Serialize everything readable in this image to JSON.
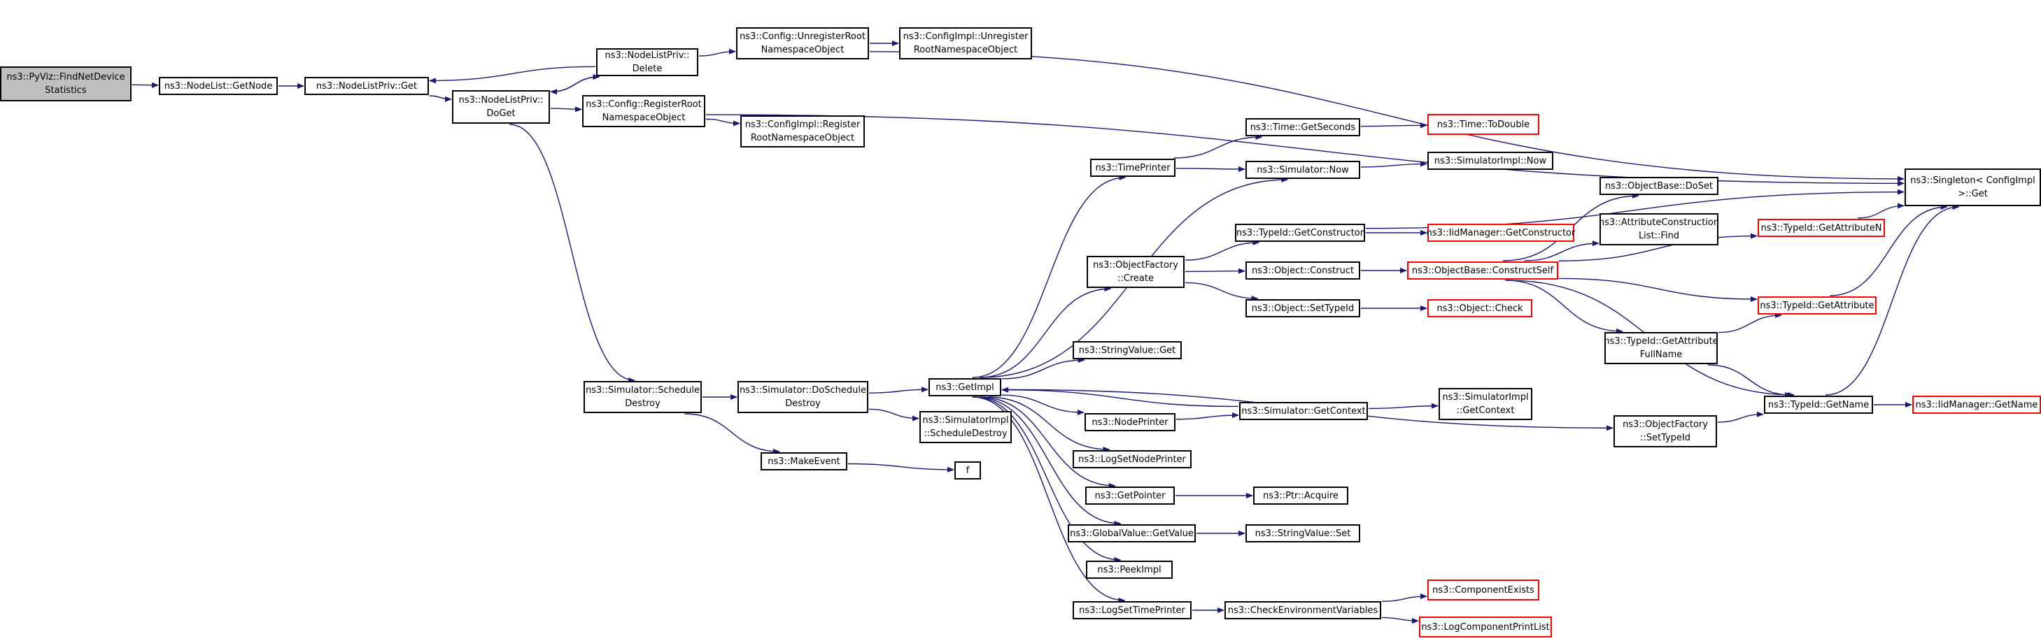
{
  "graph": {
    "edge_color": "#191970",
    "truncated_border_color": "#ff0000",
    "root_fill": "#bfbfbf",
    "nodes": [
      {
        "id": "root",
        "lines": [
          "ns3::PyViz::FindNetDevice",
          "Statistics"
        ],
        "root": true
      },
      {
        "id": "nodelist_getnode",
        "lines": [
          "ns3::NodeList::GetNode"
        ]
      },
      {
        "id": "nlpriv_get",
        "lines": [
          "ns3::NodeListPriv::Get"
        ]
      },
      {
        "id": "nlpriv_doget",
        "lines": [
          "ns3::NodeListPriv::",
          "DoGet"
        ]
      },
      {
        "id": "nlpriv_delete",
        "lines": [
          "ns3::NodeListPriv::",
          "Delete"
        ]
      },
      {
        "id": "cfg_unreg",
        "lines": [
          "ns3::Config::UnregisterRoot",
          "NamespaceObject"
        ]
      },
      {
        "id": "cfgimpl_unreg",
        "lines": [
          "ns3::ConfigImpl::Unregister",
          "RootNamespaceObject"
        ]
      },
      {
        "id": "cfg_reg",
        "lines": [
          "ns3::Config::RegisterRoot",
          "NamespaceObject"
        ]
      },
      {
        "id": "cfgimpl_reg",
        "lines": [
          "ns3::ConfigImpl::Register",
          "RootNamespaceObject"
        ]
      },
      {
        "id": "singleton_get",
        "lines": [
          "ns3::Singleton< ConfigImpl",
          " >::Get"
        ]
      },
      {
        "id": "sim_schedestroy",
        "lines": [
          "ns3::Simulator::Schedule",
          "Destroy"
        ]
      },
      {
        "id": "sim_doschedestroy",
        "lines": [
          "ns3::Simulator::DoSchedule",
          "Destroy"
        ]
      },
      {
        "id": "makeevent",
        "lines": [
          "ns3::MakeEvent"
        ]
      },
      {
        "id": "f",
        "lines": [
          "f"
        ]
      },
      {
        "id": "getimpl",
        "lines": [
          "ns3::GetImpl"
        ]
      },
      {
        "id": "simimpl_schedestroy",
        "lines": [
          "ns3::SimulatorImpl",
          "::ScheduleDestroy"
        ]
      },
      {
        "id": "timeprinter",
        "lines": [
          "ns3::TimePrinter"
        ]
      },
      {
        "id": "time_getseconds",
        "lines": [
          "ns3::Time::GetSeconds"
        ]
      },
      {
        "id": "time_todouble",
        "lines": [
          "ns3::Time::ToDouble"
        ],
        "truncated": true
      },
      {
        "id": "sim_now",
        "lines": [
          "ns3::Simulator::Now"
        ]
      },
      {
        "id": "simimpl_now",
        "lines": [
          "ns3::SimulatorImpl::Now"
        ]
      },
      {
        "id": "objfactory_create",
        "lines": [
          "ns3::ObjectFactory",
          "::Create"
        ]
      },
      {
        "id": "typeid_getctor",
        "lines": [
          "ns3::TypeId::GetConstructor"
        ]
      },
      {
        "id": "iidmgr_getctor",
        "lines": [
          "ns3::IidManager::GetConstructor"
        ],
        "truncated": true
      },
      {
        "id": "object_construct",
        "lines": [
          "ns3::Object::Construct"
        ]
      },
      {
        "id": "objbase_constructself",
        "lines": [
          "ns3::ObjectBase::ConstructSelf"
        ],
        "truncated": true
      },
      {
        "id": "object_settypeid",
        "lines": [
          "ns3::Object::SetTypeId"
        ]
      },
      {
        "id": "object_check",
        "lines": [
          "ns3::Object::Check"
        ],
        "truncated": true
      },
      {
        "id": "objbase_doset",
        "lines": [
          "ns3::ObjectBase::DoSet"
        ]
      },
      {
        "id": "attrconst_find",
        "lines": [
          "ns3::AttributeConstruction",
          "List::Find"
        ]
      },
      {
        "id": "typeid_getattrn",
        "lines": [
          "ns3::TypeId::GetAttributeN"
        ],
        "truncated": true
      },
      {
        "id": "typeid_getattr",
        "lines": [
          "ns3::TypeId::GetAttribute"
        ],
        "truncated": true
      },
      {
        "id": "typeid_getattrfull",
        "lines": [
          "ns3::TypeId::GetAttribute",
          "FullName"
        ]
      },
      {
        "id": "typeid_getname",
        "lines": [
          "ns3::TypeId::GetName"
        ]
      },
      {
        "id": "iidmgr_getname",
        "lines": [
          "ns3::IidManager::GetName"
        ],
        "truncated": true
      },
      {
        "id": "stringvalue_get",
        "lines": [
          "ns3::StringValue::Get"
        ]
      },
      {
        "id": "objfactory_settypeid",
        "lines": [
          "ns3::ObjectFactory",
          "::SetTypeId"
        ]
      },
      {
        "id": "nodeprinter",
        "lines": [
          "ns3::NodePrinter"
        ]
      },
      {
        "id": "sim_getcontext",
        "lines": [
          "ns3::Simulator::GetContext"
        ]
      },
      {
        "id": "simimpl_getcontext",
        "lines": [
          "ns3::SimulatorImpl",
          "::GetContext"
        ]
      },
      {
        "id": "logsetnodeprinter",
        "lines": [
          "ns3::LogSetNodePrinter"
        ]
      },
      {
        "id": "getpointer",
        "lines": [
          "ns3::GetPointer"
        ]
      },
      {
        "id": "ptr_acquire",
        "lines": [
          "ns3::Ptr::Acquire"
        ]
      },
      {
        "id": "globalvalue_getvalue",
        "lines": [
          "ns3::GlobalValue::GetValue"
        ]
      },
      {
        "id": "stringvalue_set",
        "lines": [
          "ns3::StringValue::Set"
        ]
      },
      {
        "id": "peekimpl",
        "lines": [
          "ns3::PeekImpl"
        ]
      },
      {
        "id": "logsettimeprinter",
        "lines": [
          "ns3::LogSetTimePrinter"
        ]
      },
      {
        "id": "checkenvvars",
        "lines": [
          "ns3::CheckEnvironmentVariables"
        ]
      },
      {
        "id": "componentexists",
        "lines": [
          "ns3::ComponentExists"
        ],
        "truncated": true
      },
      {
        "id": "logcomponentprintlist",
        "lines": [
          "ns3::LogComponentPrintList"
        ],
        "truncated": true
      }
    ],
    "edges": [
      [
        "root",
        "nodelist_getnode"
      ],
      [
        "nodelist_getnode",
        "nlpriv_get"
      ],
      [
        "nlpriv_get",
        "nlpriv_doget"
      ],
      [
        "nlpriv_doget",
        "nlpriv_delete"
      ],
      [
        "nlpriv_delete",
        "nlpriv_get"
      ],
      [
        "nlpriv_delete",
        "nlpriv_doget"
      ],
      [
        "nlpriv_delete",
        "cfg_unreg"
      ],
      [
        "cfg_unreg",
        "cfgimpl_unreg"
      ],
      [
        "cfg_unreg",
        "singleton_get"
      ],
      [
        "nlpriv_doget",
        "cfg_reg"
      ],
      [
        "cfg_reg",
        "cfgimpl_reg"
      ],
      [
        "cfg_reg",
        "singleton_get"
      ],
      [
        "nlpriv_doget",
        "sim_schedestroy"
      ],
      [
        "sim_schedestroy",
        "sim_doschedestroy"
      ],
      [
        "sim_schedestroy",
        "makeevent"
      ],
      [
        "makeevent",
        "f"
      ],
      [
        "sim_doschedestroy",
        "getimpl"
      ],
      [
        "sim_doschedestroy",
        "simimpl_schedestroy"
      ],
      [
        "getimpl",
        "timeprinter"
      ],
      [
        "getimpl",
        "sim_now"
      ],
      [
        "getimpl",
        "objfactory_create"
      ],
      [
        "getimpl",
        "stringvalue_get"
      ],
      [
        "getimpl",
        "objfactory_settypeid"
      ],
      [
        "getimpl",
        "nodeprinter"
      ],
      [
        "getimpl",
        "logsetnodeprinter"
      ],
      [
        "getimpl",
        "getpointer"
      ],
      [
        "getimpl",
        "globalvalue_getvalue"
      ],
      [
        "getimpl",
        "peekimpl"
      ],
      [
        "getimpl",
        "logsettimeprinter"
      ],
      [
        "sim_getcontext",
        "getimpl"
      ],
      [
        "timeprinter",
        "time_getseconds"
      ],
      [
        "timeprinter",
        "sim_now"
      ],
      [
        "time_getseconds",
        "time_todouble"
      ],
      [
        "sim_now",
        "simimpl_now"
      ],
      [
        "objfactory_create",
        "typeid_getctor"
      ],
      [
        "objfactory_create",
        "object_construct"
      ],
      [
        "objfactory_create",
        "object_settypeid"
      ],
      [
        "typeid_getctor",
        "iidmgr_getctor"
      ],
      [
        "typeid_getctor",
        "singleton_get"
      ],
      [
        "object_construct",
        "objbase_constructself"
      ],
      [
        "object_settypeid",
        "object_check"
      ],
      [
        "objbase_constructself",
        "objbase_doset"
      ],
      [
        "objbase_constructself",
        "attrconst_find"
      ],
      [
        "objbase_constructself",
        "typeid_getattrn"
      ],
      [
        "objbase_constructself",
        "typeid_getattr"
      ],
      [
        "objbase_constructself",
        "typeid_getattrfull"
      ],
      [
        "objbase_constructself",
        "typeid_getname"
      ],
      [
        "typeid_getattrn",
        "singleton_get"
      ],
      [
        "typeid_getattr",
        "singleton_get"
      ],
      [
        "typeid_getattrfull",
        "typeid_getattr"
      ],
      [
        "typeid_getattrfull",
        "typeid_getname"
      ],
      [
        "typeid_getname",
        "singleton_get"
      ],
      [
        "typeid_getname",
        "iidmgr_getname"
      ],
      [
        "objfactory_settypeid",
        "typeid_getname"
      ],
      [
        "nodeprinter",
        "sim_getcontext"
      ],
      [
        "sim_getcontext",
        "simimpl_getcontext"
      ],
      [
        "getpointer",
        "ptr_acquire"
      ],
      [
        "globalvalue_getvalue",
        "stringvalue_set"
      ],
      [
        "logsettimeprinter",
        "checkenvvars"
      ],
      [
        "checkenvvars",
        "componentexists"
      ],
      [
        "checkenvvars",
        "logcomponentprintlist"
      ]
    ]
  }
}
